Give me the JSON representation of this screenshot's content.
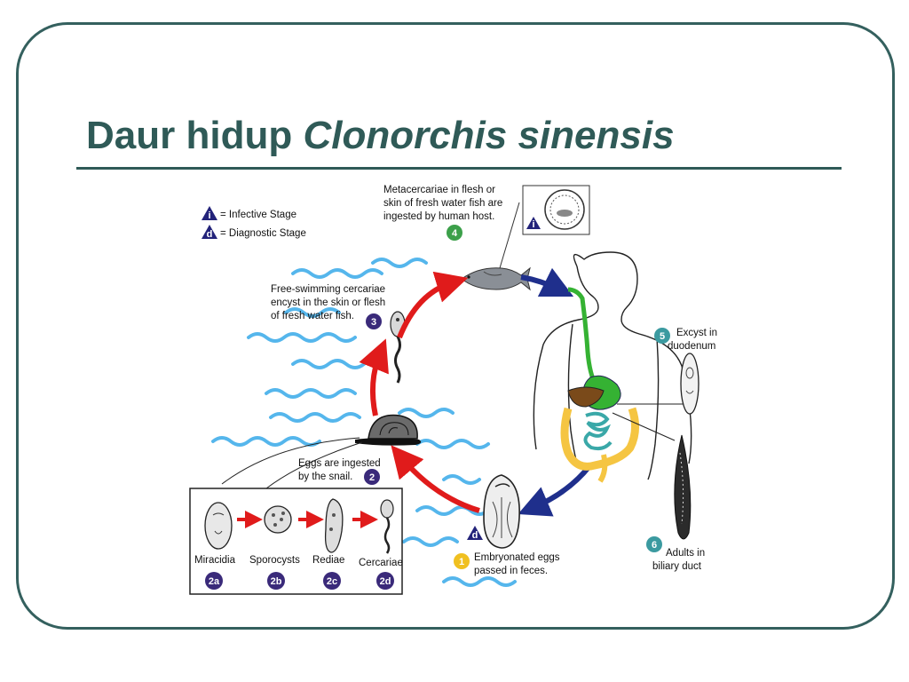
{
  "slide": {
    "title_plain": "Daur hidup",
    "title_italic": "Clonorchis sinensis"
  },
  "legend": {
    "infective_symbol": "i",
    "infective_label": "= Infective Stage",
    "diagnostic_symbol": "d",
    "diagnostic_label": "= Diagnostic Stage"
  },
  "stages": {
    "s1": {
      "num": "1",
      "line1": "Embryonated eggs",
      "line2": "passed in feces."
    },
    "s2": {
      "num": "2",
      "line1": "Eggs are ingested",
      "line2": "by the snail."
    },
    "s3": {
      "num": "3",
      "line1": "Free-swimming cercariae",
      "line2": "encyst in the skin or flesh",
      "line3": "of fresh water fish."
    },
    "s4": {
      "num": "4",
      "line1": "Metacercariae in flesh or",
      "line2": "skin of fresh water fish are",
      "line3": "ingested by human host."
    },
    "s5": {
      "num": "5",
      "line1": "Excyst in",
      "line2": "duodenum"
    },
    "s6": {
      "num": "6",
      "line1": "Adults in",
      "line2": "biliary duct"
    }
  },
  "snail_box": {
    "items": [
      {
        "label": "Miracidia",
        "badge": "2a"
      },
      {
        "label": "Sporocysts",
        "badge": "2b"
      },
      {
        "label": "Rediae",
        "badge": "2c"
      },
      {
        "label": "Cercariae",
        "badge": "2d"
      }
    ]
  },
  "colors": {
    "title": "#2f5a57",
    "badge_purple": "#3a2a7a",
    "badge_green": "#3ca04a",
    "badge_teal": "#3b9aa0",
    "badge_yellow": "#f0c020",
    "arrow_red": "#e01b1b",
    "arrow_blue": "#1f2f8c",
    "water": "#55b6ec",
    "gut_green": "#35b233",
    "intestine_yellow": "#f5c542",
    "liver_brown": "#7a4a1a",
    "small_intestine_teal": "#3aa8a8"
  }
}
